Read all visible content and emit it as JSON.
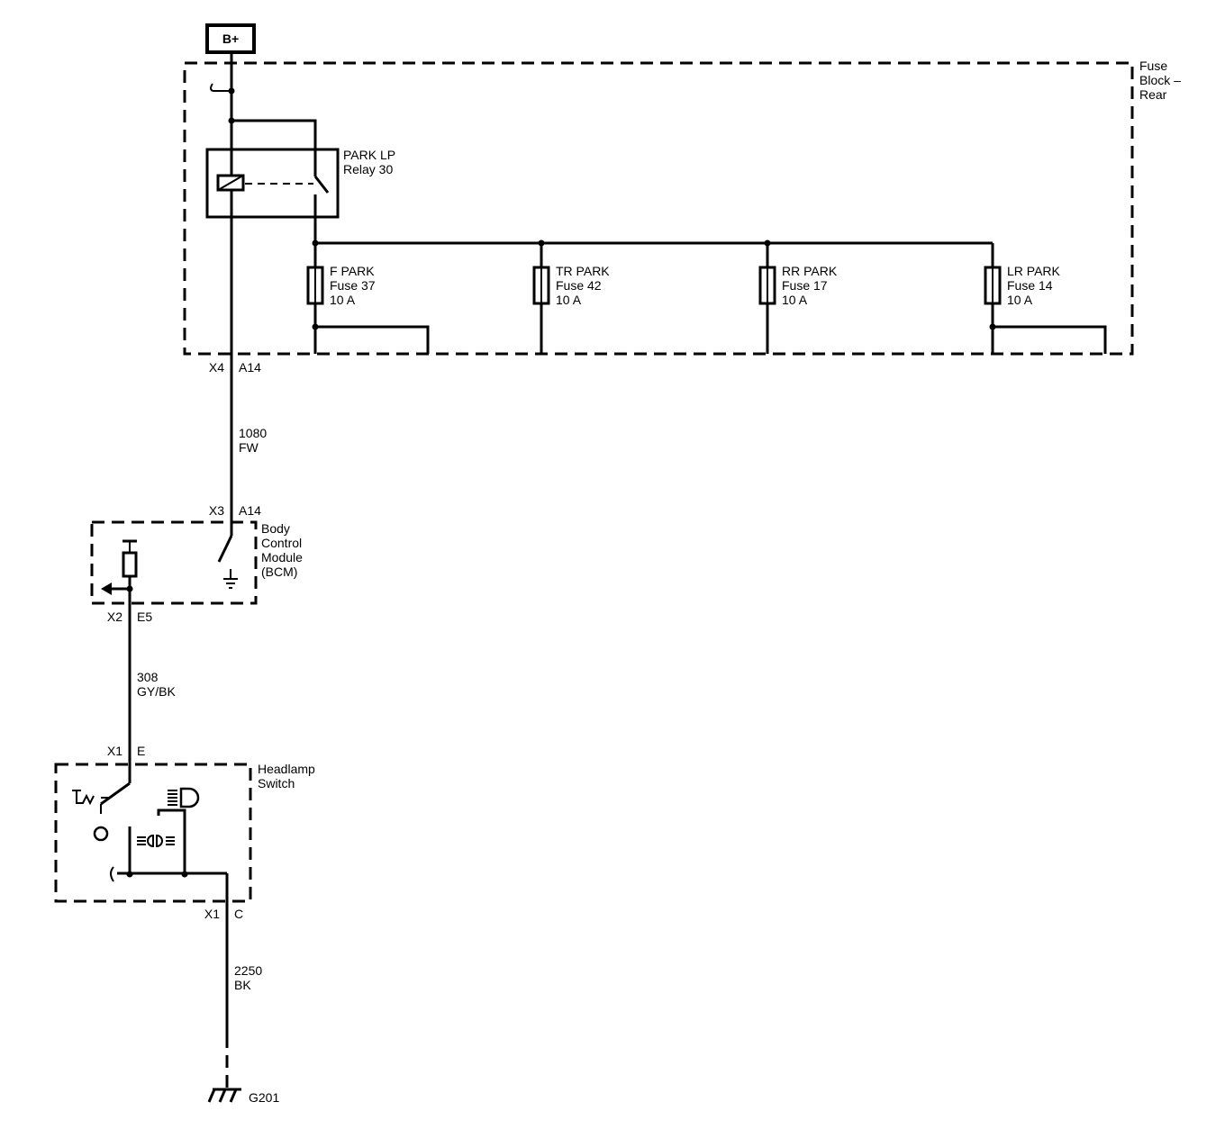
{
  "power": {
    "label": "B+"
  },
  "fuse_block": {
    "line1": "Fuse",
    "line2": "Block –",
    "line3": "Rear"
  },
  "relay": {
    "line1": "PARK LP",
    "line2": "Relay 30"
  },
  "fuses": [
    {
      "name": "F PARK",
      "fuse": "Fuse 37",
      "rating": "10 A"
    },
    {
      "name": "TR PARK",
      "fuse": "Fuse 42",
      "rating": "10 A"
    },
    {
      "name": "RR PARK",
      "fuse": "Fuse 17",
      "rating": "10 A"
    },
    {
      "name": "LR PARK",
      "fuse": "Fuse 14",
      "rating": "10 A"
    }
  ],
  "conn_fuse_block": {
    "connector": "X4",
    "pin": "A14"
  },
  "wire_1080": {
    "circuit": "1080",
    "color": "FW"
  },
  "conn_bcm_a": {
    "connector": "X3",
    "pin": "A14"
  },
  "bcm": {
    "line1": "Body",
    "line2": "Control",
    "line3": "Module",
    "line4": "(BCM)"
  },
  "conn_bcm_e": {
    "connector": "X2",
    "pin": "E5"
  },
  "wire_308": {
    "circuit": "308",
    "color": "GY/BK"
  },
  "conn_switch_e": {
    "connector": "X1",
    "pin": "E"
  },
  "headlamp_switch": {
    "line1": "Headlamp",
    "line2": "Switch"
  },
  "conn_switch_c": {
    "connector": "X1",
    "pin": "C"
  },
  "wire_2250": {
    "circuit": "2250",
    "color": "BK"
  },
  "ground": {
    "label": "G201"
  }
}
